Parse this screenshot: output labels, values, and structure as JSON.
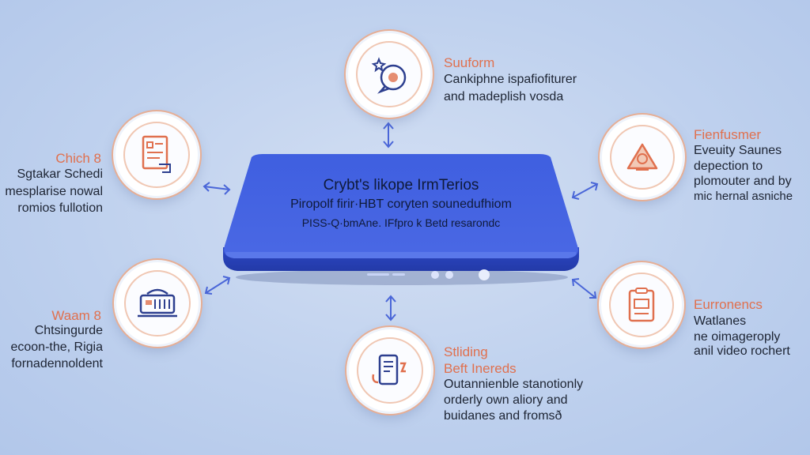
{
  "center": {
    "line1": "Crybt's likope IrmTerios",
    "line2": "Piropolf firir·HBT coryten sounedufhiom",
    "line3": "PISS-Q·bmAne. IFfpro k Betd resarondc"
  },
  "nodes": [
    {
      "id": "top",
      "title": "Suuform",
      "desc": [
        "Cankiphne ispafiofiturer",
        "and madeplish vosda"
      ],
      "icon": "chat-bubble-icon"
    },
    {
      "id": "upper-left",
      "title": "Chich 8",
      "desc": [
        "Sgtakar Schedi",
        "mesplarise nowal",
        "romios fullotion"
      ],
      "icon": "document-icon"
    },
    {
      "id": "upper-right",
      "title": "Fienfusmer",
      "desc": [
        "Eveuity Saunes",
        "depection to",
        "plomouter and by",
        "mic hernal asniche"
      ],
      "icon": "warning-triangle-icon"
    },
    {
      "id": "lower-left",
      "title": "Waam 8",
      "desc": [
        "Chtsingurde",
        "ecoon-the, Rigia",
        "fornadennoldent"
      ],
      "icon": "dashboard-console-icon"
    },
    {
      "id": "lower-right",
      "title": "Eurronencs",
      "desc": [
        "Watlanes",
        "ne oimageroply",
        "anil video rochert"
      ],
      "icon": "clipboard-icon"
    },
    {
      "id": "bottom",
      "title": [
        "Stliding",
        "Beft Inereds"
      ],
      "desc": [
        "Outannienble stanotionly",
        "orderly own aliory and",
        "buidanes and fromsð"
      ],
      "icon": "phone-device-icon"
    }
  ]
}
